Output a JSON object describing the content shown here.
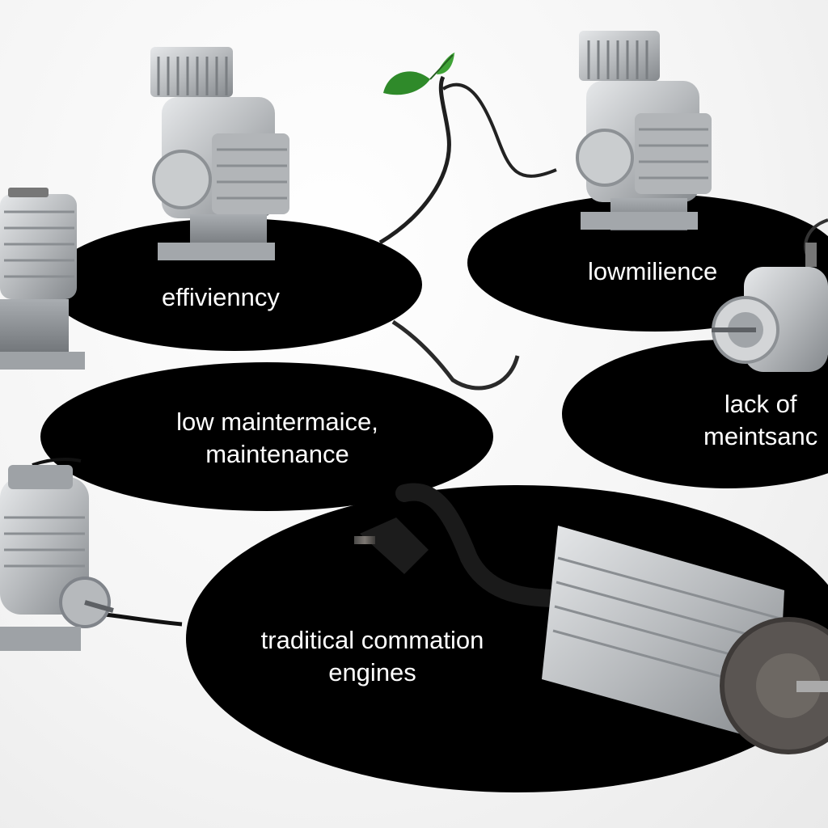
{
  "labels": {
    "efficiency": "effivienncy",
    "lowmilience": "lowmilience",
    "lack_line1": "lack of",
    "lack_line2": "meintsanc",
    "maint_line1": "low maintermaice,",
    "maint_line2": "maintenance",
    "trad_line1": "traditical commation",
    "trad_line2": "engines"
  },
  "icons": [
    "electric-motor-icon",
    "leaf-icon",
    "power-plug-icon",
    "cable-icon"
  ],
  "colors": {
    "ellipse": "#000000",
    "label_text": "#ffffff",
    "motor_metal": "#b9bcbf",
    "leaf": "#2f8a2a"
  }
}
